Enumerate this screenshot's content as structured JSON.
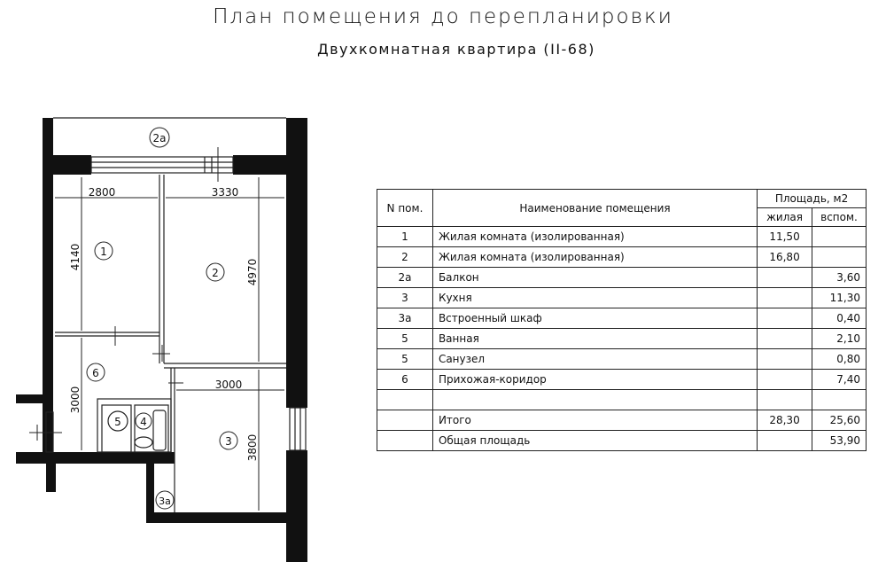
{
  "title": "План помещения до перепланировки",
  "subtitle": "Двухкомнатная квартира (II-68)",
  "plan": {
    "room_labels": {
      "r2a": "2а",
      "r1": "1",
      "r2": "2",
      "r6": "6",
      "r5": "5",
      "r4": "4",
      "r3": "3",
      "r3a": "3а"
    },
    "dimensions": {
      "d2800": "2800",
      "d3330": "3330",
      "d4140": "4140",
      "d4970": "4970",
      "d3000h": "3000",
      "d3000v": "3000",
      "d3800": "3800"
    }
  },
  "table": {
    "headers": {
      "number": "N пом.",
      "name": "Наименование помещения",
      "area": "Площадь,  м2",
      "living": "жилая",
      "aux": "вспом."
    },
    "rows": [
      {
        "n": "1",
        "name": "Жилая комната (изолированная)",
        "living": "11,50",
        "aux": ""
      },
      {
        "n": "2",
        "name": "Жилая комната (изолированная)",
        "living": "16,80",
        "aux": ""
      },
      {
        "n": "2а",
        "name": "Балкон",
        "living": "",
        "aux": "3,60"
      },
      {
        "n": "3",
        "name": "Кухня",
        "living": "",
        "aux": "11,30"
      },
      {
        "n": "3а",
        "name": "Встроенный шкаф",
        "living": "",
        "aux": "0,40"
      },
      {
        "n": "5",
        "name": "Ванная",
        "living": "",
        "aux": "2,10"
      },
      {
        "n": "5",
        "name": "Санузел",
        "living": "",
        "aux": "0,80"
      },
      {
        "n": "6",
        "name": "Прихожая-коридор",
        "living": "",
        "aux": "7,40"
      },
      {
        "n": "",
        "name": "",
        "living": "",
        "aux": ""
      },
      {
        "n": "",
        "name": "Итого",
        "living": "28,30",
        "aux": "25,60"
      },
      {
        "n": "",
        "name": "Общая площадь",
        "living": "",
        "aux": "53,90"
      }
    ]
  }
}
